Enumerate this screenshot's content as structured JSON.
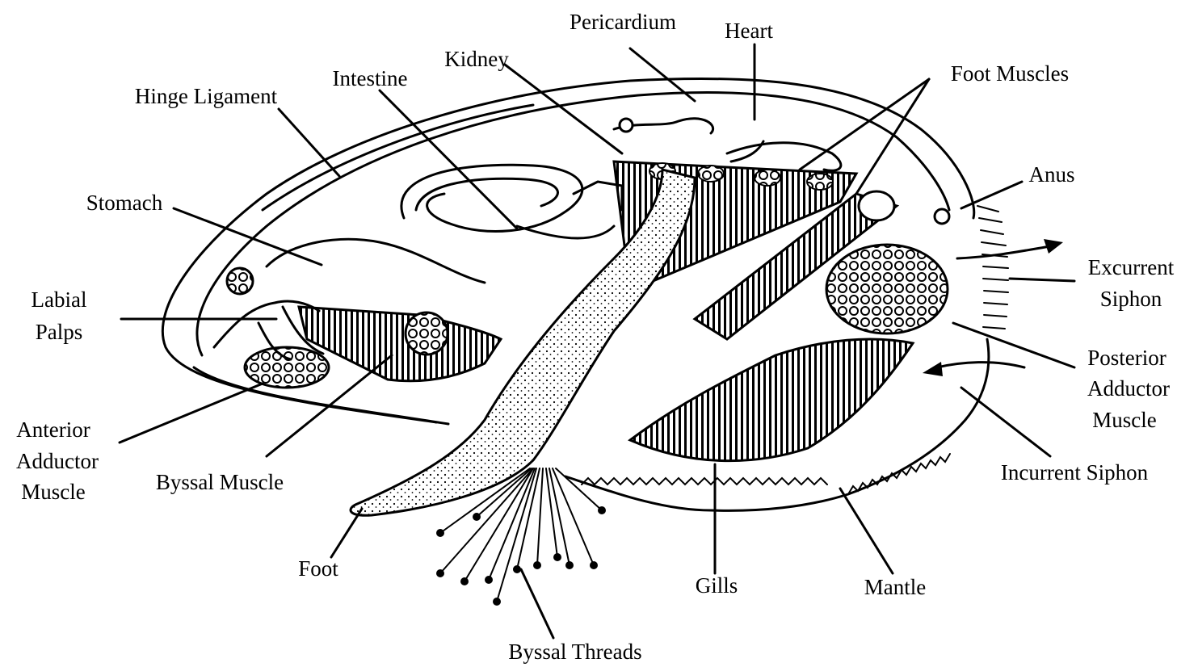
{
  "labels": {
    "pericardium": "Pericardium",
    "heart": "Heart",
    "kidney": "Kidney",
    "intestine": "Intestine",
    "hinge_ligament": "Hinge Ligament",
    "foot_muscles": "Foot Muscles",
    "anus": "Anus",
    "stomach": "Stomach",
    "excurrent_1": "Excurrent",
    "excurrent_2": "Siphon",
    "labial_1": "Labial",
    "labial_2": "Palps",
    "posterior_1": "Posterior",
    "posterior_2": "Adductor",
    "posterior_3": "Muscle",
    "anterior_1": "Anterior",
    "anterior_2": "Adductor",
    "anterior_3": "Muscle",
    "byssal_muscle": "Byssal Muscle",
    "incurrent_siphon": "Incurrent Siphon",
    "foot": "Foot",
    "gills": "Gills",
    "mantle": "Mantle",
    "byssal_threads": "Byssal Threads"
  }
}
